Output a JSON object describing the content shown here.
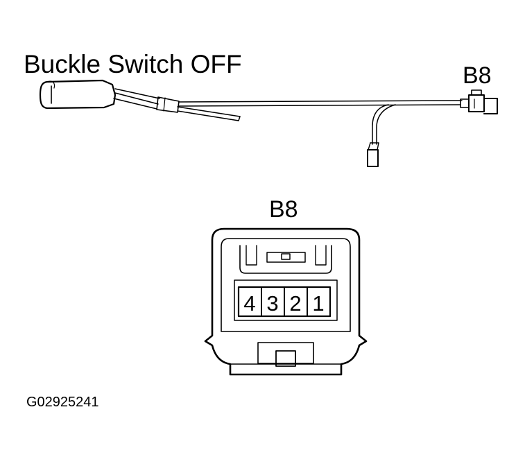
{
  "title": "Buckle Switch OFF",
  "connector_label_top": "B8",
  "connector_label_face": "B8",
  "pins": [
    "4",
    "3",
    "2",
    "1"
  ],
  "figure_id": "G02925241",
  "colors": {
    "line": "#000000",
    "background": "#ffffff"
  }
}
